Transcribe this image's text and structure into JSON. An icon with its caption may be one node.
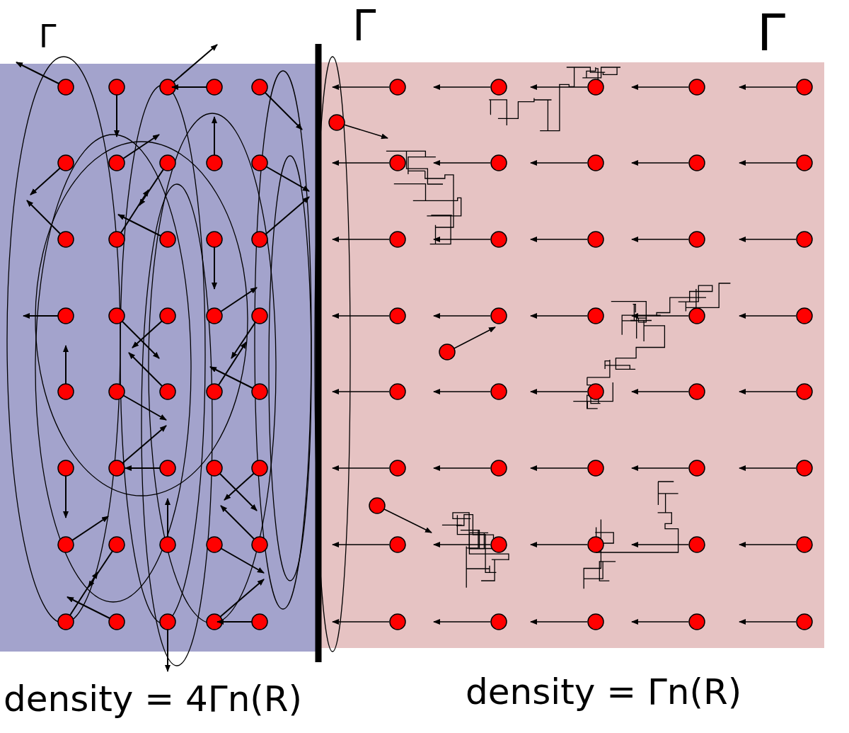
{
  "diagram": {
    "labels": [
      "Γ",
      "Γ",
      "Γ",
      "density = 4Γn(R)",
      "density = Γn(R)"
    ]
  }
}
